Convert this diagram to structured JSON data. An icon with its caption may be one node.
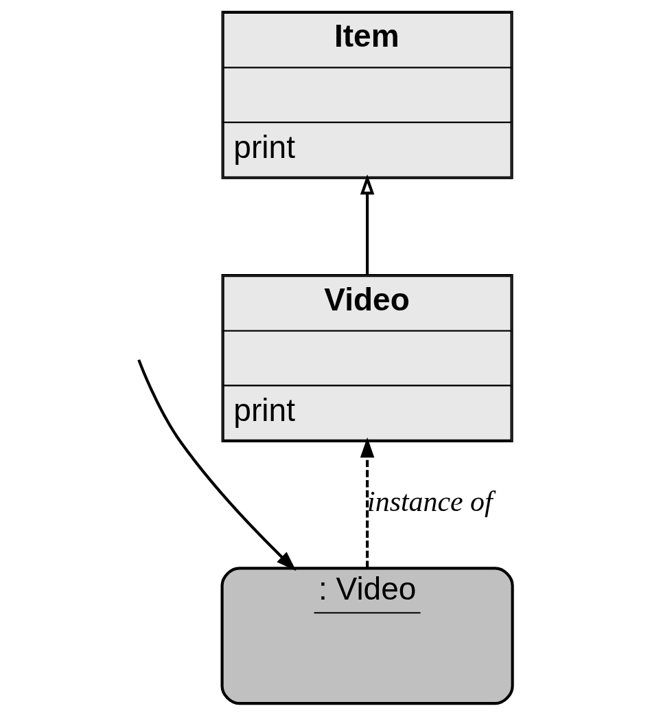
{
  "diagram": {
    "nodes": [
      {
        "text": [
          "Item",
          "print"
        ]
      },
      {
        "text": [
          "Video",
          "print"
        ]
      },
      {
        "text": [
          ": Video"
        ]
      }
    ],
    "edges": [
      {
        "from": 1,
        "to": 0,
        "arrow": "to"
      },
      {
        "from": 2,
        "to": 1,
        "arrow": "to",
        "style": "dashed",
        "label": "instance of"
      },
      {
        "from": null,
        "to": 2,
        "arrow": "to"
      }
    ]
  }
}
